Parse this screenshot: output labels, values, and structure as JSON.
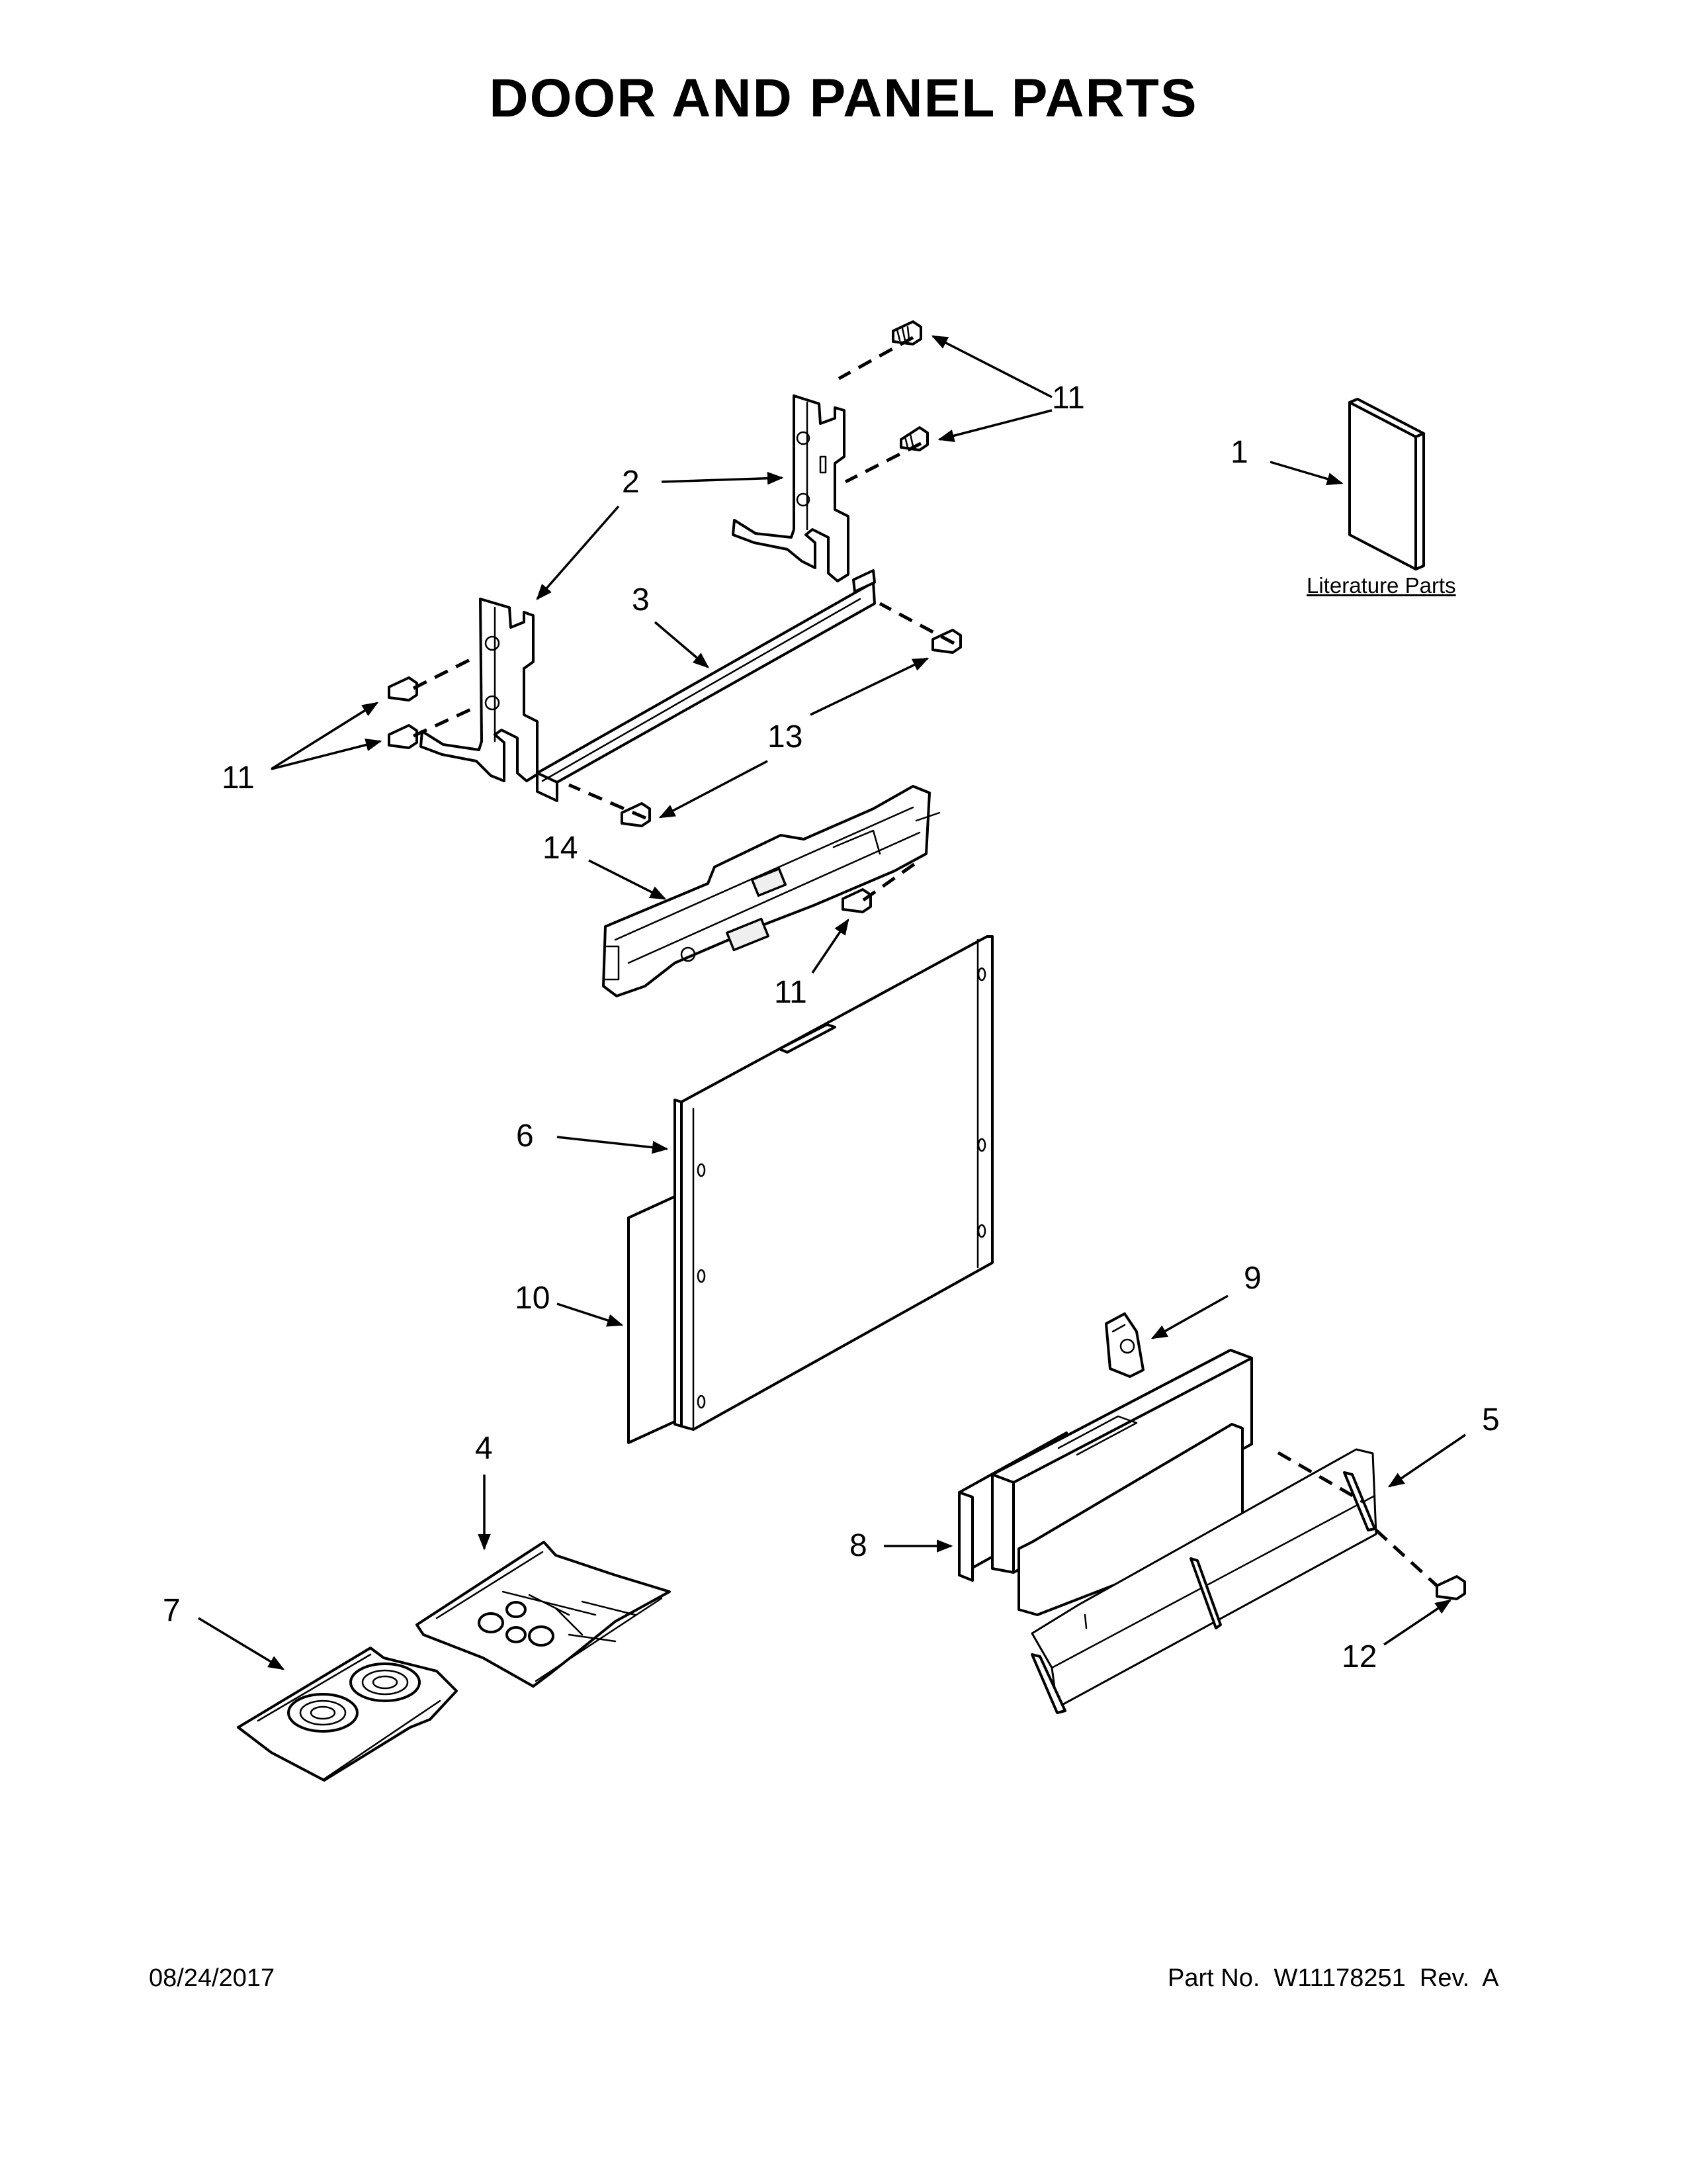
{
  "title": "DOOR AND PANEL PARTS",
  "callouts": [
    {
      "id": "c1",
      "label": "1"
    },
    {
      "id": "c2",
      "label": "2"
    },
    {
      "id": "c3",
      "label": "3"
    },
    {
      "id": "c4",
      "label": "4"
    },
    {
      "id": "c5",
      "label": "5"
    },
    {
      "id": "c6",
      "label": "6"
    },
    {
      "id": "c7",
      "label": "7"
    },
    {
      "id": "c8",
      "label": "8"
    },
    {
      "id": "c9",
      "label": "9"
    },
    {
      "id": "c10",
      "label": "10"
    },
    {
      "id": "c11a",
      "label": "11"
    },
    {
      "id": "c11b",
      "label": "11"
    },
    {
      "id": "c11c",
      "label": "11"
    },
    {
      "id": "c12",
      "label": "12"
    },
    {
      "id": "c13",
      "label": "13"
    },
    {
      "id": "c14",
      "label": "14"
    }
  ],
  "literature_label": "Literature Parts",
  "footer": {
    "date": "08/24/2017",
    "part_number": "Part No.  W11178251  Rev.  A"
  }
}
